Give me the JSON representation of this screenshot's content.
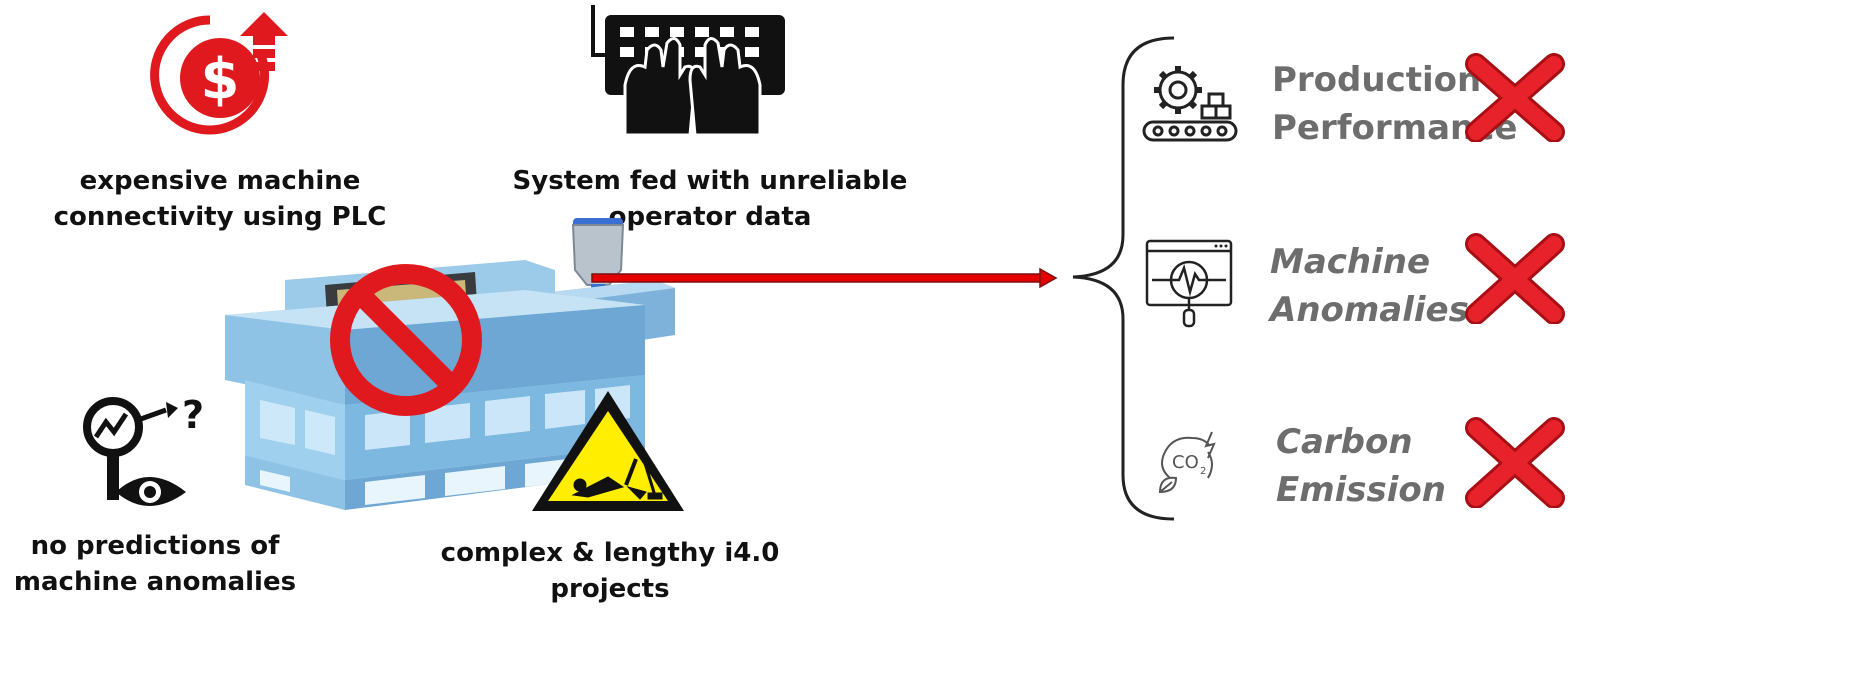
{
  "problems": [
    {
      "label": "expensive machine connectivity using PLC",
      "icon": "dollar-up-icon"
    },
    {
      "label": "System fed with unreliable operator data",
      "icon": "keyboard-hands-icon"
    },
    {
      "label": "no predictions of machine anomalies",
      "icon": "magnifier-graph-eye-icon"
    },
    {
      "label": "complex & lengthy i4.0 projects",
      "icon": "warning-triangle-icon"
    }
  ],
  "machine": {
    "icon": "injection-molding-machine",
    "overlay": "prohibited-icon"
  },
  "outcomes": [
    {
      "label_line1": "Production",
      "label_line2": "Performance",
      "icon": "gear-conveyor-icon",
      "status_icon": "cross-icon"
    },
    {
      "label_line1": "Machine",
      "label_line2": "Anomalies",
      "icon": "monitor-pulse-icon",
      "status_icon": "cross-icon"
    },
    {
      "label_line1": "Carbon",
      "label_line2": "Emission",
      "icon": "co2-leaf-icon",
      "status_icon": "cross-icon"
    }
  ],
  "colors": {
    "red": "#e0191f",
    "arrow": "#e40000",
    "machine_blue": "#8fc3e6",
    "warning_yellow": "#ffee00",
    "text_gray": "#6d6d6d"
  }
}
